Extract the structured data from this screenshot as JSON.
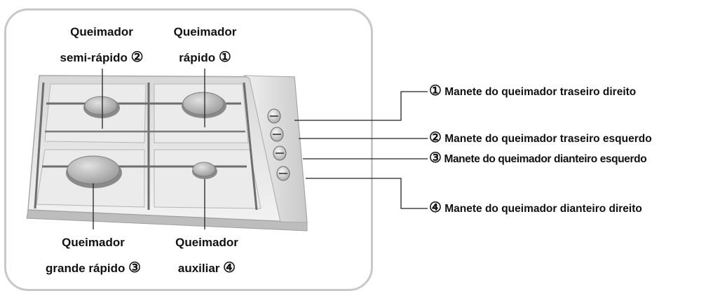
{
  "burners": {
    "semi_rapid": {
      "line1": "Queimador",
      "line2": "semi-rápido",
      "num": "②"
    },
    "rapid": {
      "line1": "Queimador",
      "line2": "rápido",
      "num": "①"
    },
    "large_rapid": {
      "line1": "Queimador",
      "line2": "grande rápido",
      "num": "③"
    },
    "auxiliary": {
      "line1": "Queimador",
      "line2": "auxiliar",
      "num": "④"
    }
  },
  "knobs": [
    {
      "num": "①",
      "label": "Manete do queimador traseiro direito"
    },
    {
      "num": "②",
      "label": "Manete do queimador traseiro esquerdo"
    },
    {
      "num": "③",
      "label": "Manete do queimador dianteiro esquerdo"
    },
    {
      "num": "④",
      "label": "Manete do queimador dianteiro direito"
    }
  ],
  "colors": {
    "frame": "#c8c8c8",
    "line": "#222222",
    "cooktop": "#e6e6e6"
  }
}
